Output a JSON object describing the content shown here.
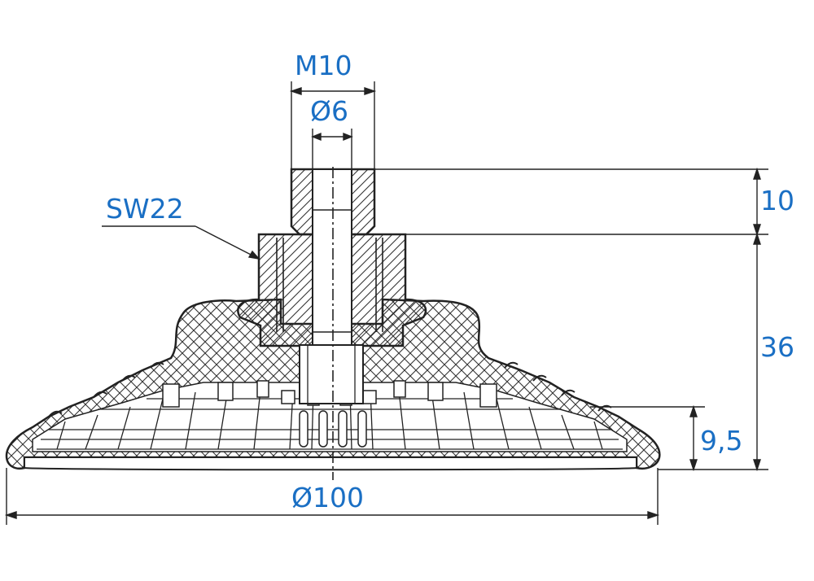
{
  "labels": {
    "thread": "M10",
    "bore": "Ø6",
    "wrench": "SW22",
    "thread_height": "10",
    "total_height": "36",
    "pad_height": "9,5",
    "diameter": "Ø100"
  },
  "colors": {
    "dimension_text": "#1a6fc4",
    "outline": "#222222",
    "hatch": "#333333"
  }
}
